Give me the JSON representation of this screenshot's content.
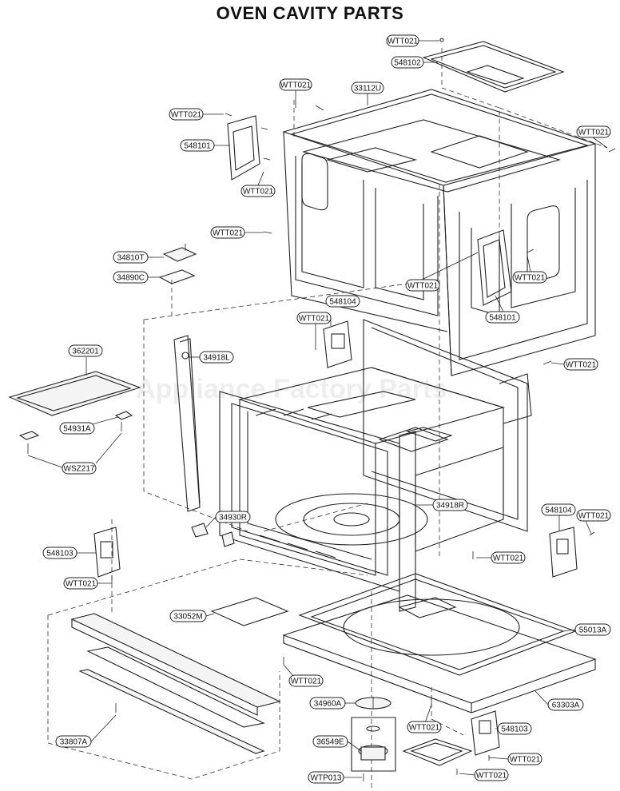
{
  "title": "OVEN CAVITY PARTS",
  "watermark": "Appliance Factory Parts",
  "callouts": [
    {
      "id": "c1",
      "text": "WTT021"
    },
    {
      "id": "c2",
      "text": "548102"
    },
    {
      "id": "c3",
      "text": "WTT021"
    },
    {
      "id": "c4",
      "text": "33112U"
    },
    {
      "id": "c5",
      "text": "WTT021"
    },
    {
      "id": "c6",
      "text": "548101"
    },
    {
      "id": "c7",
      "text": "WTT021"
    },
    {
      "id": "c8",
      "text": "WTT021"
    },
    {
      "id": "c9",
      "text": "WTT021"
    },
    {
      "id": "c10",
      "text": "34810T"
    },
    {
      "id": "c11",
      "text": "34890C"
    },
    {
      "id": "c12",
      "text": "WTT021"
    },
    {
      "id": "c13",
      "text": "WTT021"
    },
    {
      "id": "c14",
      "text": "548104"
    },
    {
      "id": "c15",
      "text": "WTT021"
    },
    {
      "id": "c16",
      "text": "548101"
    },
    {
      "id": "c17",
      "text": "WTT021"
    },
    {
      "id": "c18",
      "text": "362201"
    },
    {
      "id": "c19",
      "text": "34918L"
    },
    {
      "id": "c20",
      "text": "54931A"
    },
    {
      "id": "c21",
      "text": "WSZ217"
    },
    {
      "id": "c22",
      "text": "34918R"
    },
    {
      "id": "c23",
      "text": "34930R"
    },
    {
      "id": "c24",
      "text": "548104"
    },
    {
      "id": "c25",
      "text": "WTT021"
    },
    {
      "id": "c26",
      "text": "548103"
    },
    {
      "id": "c27",
      "text": "WTT021"
    },
    {
      "id": "c28",
      "text": "WTT021"
    },
    {
      "id": "c29",
      "text": "33052M"
    },
    {
      "id": "c30",
      "text": "55013A"
    },
    {
      "id": "c31",
      "text": "WTT021"
    },
    {
      "id": "c32",
      "text": "63303A"
    },
    {
      "id": "c33",
      "text": "34960A"
    },
    {
      "id": "c34",
      "text": "WTT021"
    },
    {
      "id": "c35",
      "text": "548103"
    },
    {
      "id": "c36",
      "text": "36549E"
    },
    {
      "id": "c37",
      "text": "33807A"
    },
    {
      "id": "c38",
      "text": "WTT021"
    },
    {
      "id": "c39",
      "text": "WTP013"
    },
    {
      "id": "c40",
      "text": "WTT021"
    }
  ]
}
